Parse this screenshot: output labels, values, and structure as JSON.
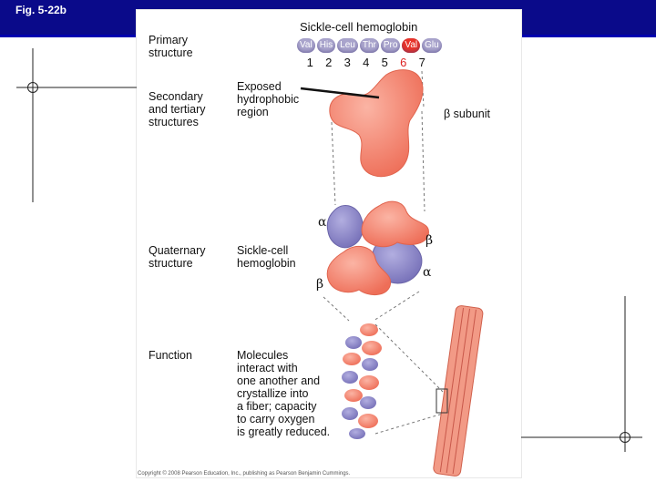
{
  "header": {
    "figure_label": "Fig. 5-22b"
  },
  "diagram": {
    "title": "Sickle-cell hemoglobin",
    "sequence": [
      {
        "abbr": "Val",
        "number": "1",
        "highlight": false
      },
      {
        "abbr": "His",
        "number": "2",
        "highlight": false
      },
      {
        "abbr": "Leu",
        "number": "3",
        "highlight": false
      },
      {
        "abbr": "Thr",
        "number": "4",
        "highlight": false
      },
      {
        "abbr": "Pro",
        "number": "5",
        "highlight": false
      },
      {
        "abbr": "Val",
        "number": "6",
        "highlight": true
      },
      {
        "abbr": "Glu",
        "number": "7",
        "highlight": false
      }
    ],
    "rows": {
      "primary": "Primary\nstructure",
      "secondary_tertiary": "Secondary\nand tertiary\nstructures",
      "quaternary": "Quaternary\nstructure",
      "function": "Function"
    },
    "labels": {
      "exposed_region": "Exposed\nhydrophobic\nregion",
      "beta_subunit": "β subunit",
      "sickle_cell": "Sickle-cell\nhemoglobin",
      "function_text": "Molecules\ninteract with\none another and\ncrystallize into\na fiber; capacity\nto carry oxygen\nis greatly reduced."
    },
    "subunits": {
      "alpha": "α",
      "beta": "β"
    },
    "colors": {
      "beta": "#f4806a",
      "alpha": "#8c88c8",
      "highlight": "#e8342a",
      "top_bar": "#0a0a8a"
    }
  },
  "footer": {
    "copyright": "Copyright © 2008 Pearson Education, Inc., publishing as Pearson Benjamin Cummings."
  }
}
